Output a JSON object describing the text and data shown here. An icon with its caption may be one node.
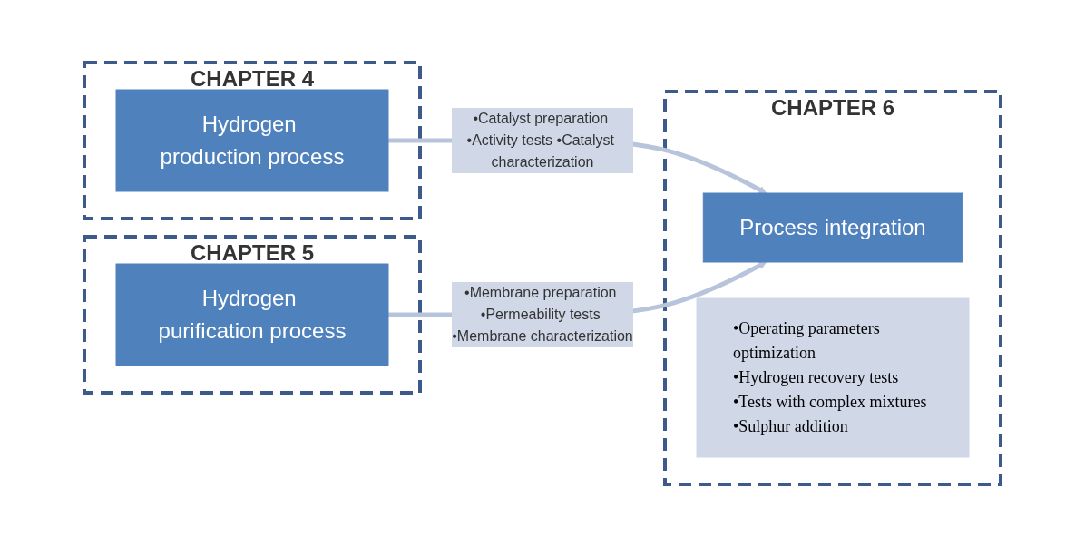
{
  "diagram": {
    "nodes": [
      {
        "text": [
          "CHAPTER 4"
        ]
      },
      {
        "text": [
          "Hydrogen production process"
        ],
        "in": 0
      },
      {
        "text": [
          "CHAPTER 5"
        ]
      },
      {
        "text": [
          "Hydrogen purification process"
        ],
        "in": 2
      },
      {
        "text": [
          "CHAPTER 6"
        ]
      },
      {
        "text": [
          "Process integration"
        ],
        "in": 4
      },
      {
        "text": [
          "•Operating parameters optimization",
          "•Hydrogen recovery tests",
          "•Tests with complex mixtures",
          "•Sulphur addition"
        ],
        "in": 4
      }
    ],
    "edges": [
      {
        "from": 1,
        "to": 5,
        "arrow": "to",
        "label": "•Catalyst preparation •Activity tests •Catalyst characterization"
      },
      {
        "from": 3,
        "to": 5,
        "arrow": "to",
        "label": "•Membrane preparation •Permeability tests •Membrane characterization"
      }
    ]
  }
}
